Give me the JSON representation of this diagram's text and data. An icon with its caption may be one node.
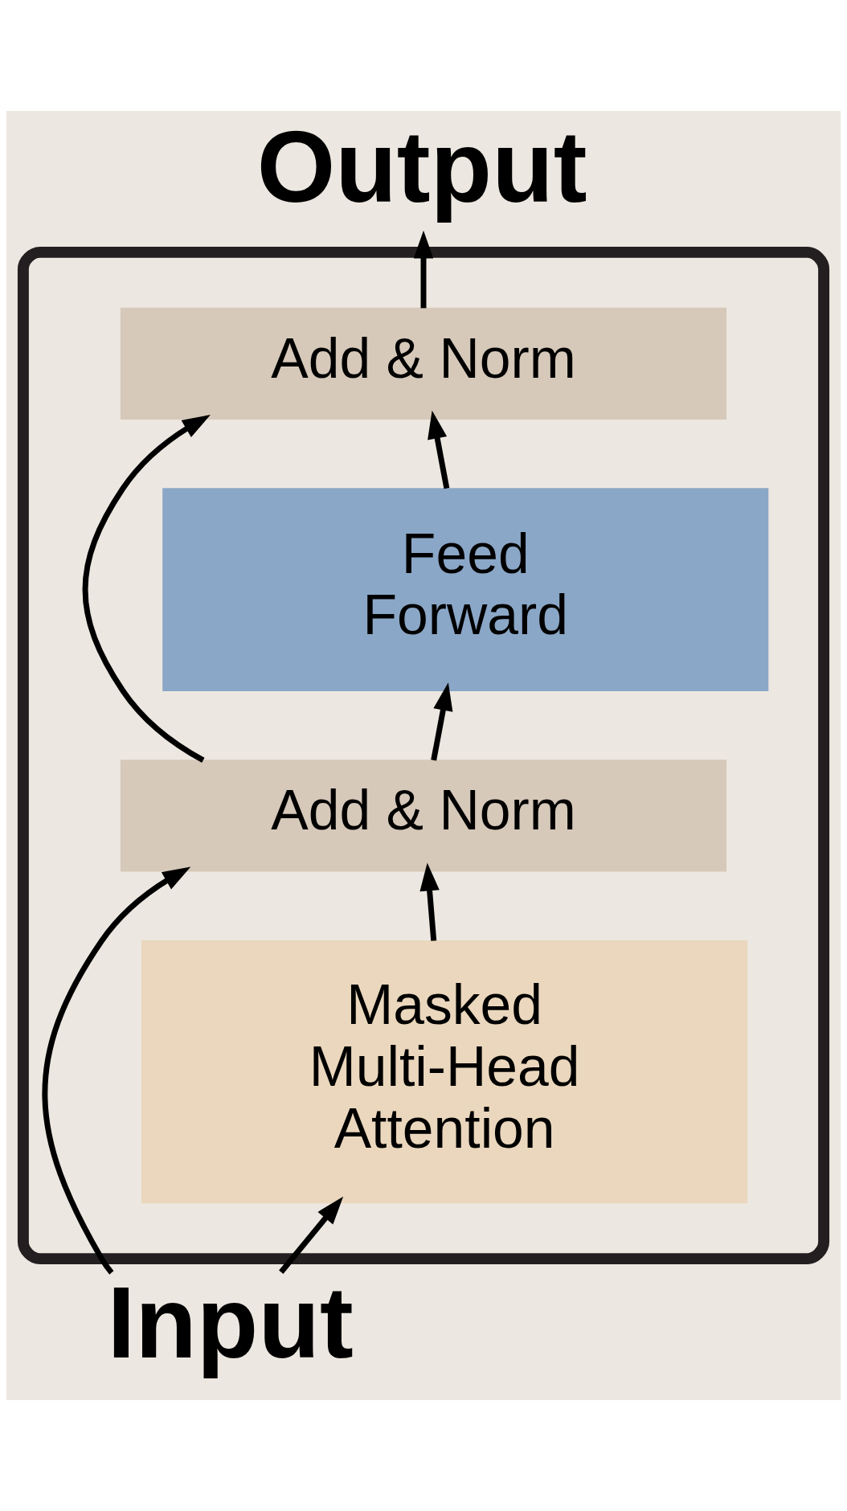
{
  "diagram": {
    "nodes": [
      {
        "text": [
          "Output"
        ]
      },
      {
        "text": [],
        "shape": "box"
      },
      {
        "text": [
          "Add & Norm"
        ],
        "in": 1
      },
      {
        "text": [
          "Feed Forward"
        ],
        "in": 1
      },
      {
        "text": [
          "Add & Norm"
        ],
        "in": 1
      },
      {
        "text": [
          "Masked Multi-Head Attention"
        ],
        "in": 1
      },
      {
        "text": [
          "Input"
        ]
      }
    ],
    "edges": [
      {
        "from": 6,
        "to": 5,
        "arrow": "to"
      },
      {
        "from": 6,
        "to": 4,
        "arrow": "to"
      },
      {
        "from": 5,
        "to": 4,
        "arrow": "to"
      },
      {
        "from": 4,
        "to": 3,
        "arrow": "to"
      },
      {
        "from": 4,
        "to": 2,
        "arrow": "to"
      },
      {
        "from": 3,
        "to": 2,
        "arrow": "to"
      },
      {
        "from": 2,
        "to": 0,
        "arrow": "to"
      }
    ]
  }
}
